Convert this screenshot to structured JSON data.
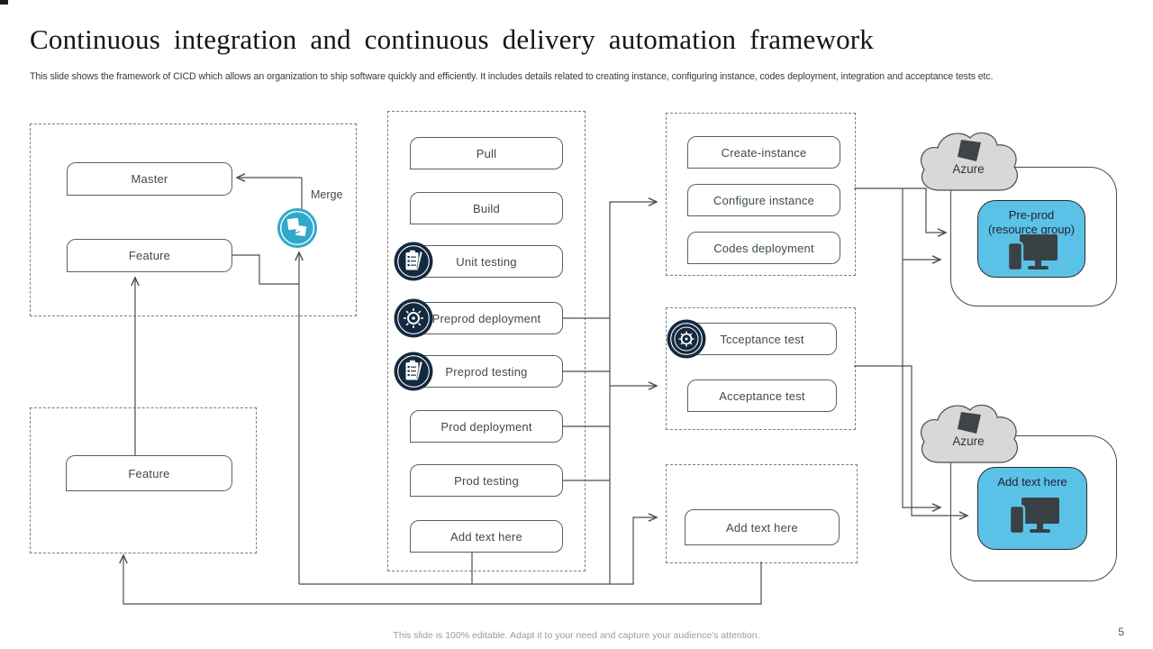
{
  "slide": {
    "title": "Continuous integration and continuous delivery automation framework",
    "subtitle": "This slide shows the framework of CICD  which allows an organization to ship software quickly and efficiently. It includes details related to creating instance, configuring instance, codes deployment, integration and acceptance tests etc.",
    "footer": "This slide is 100% editable. Adapt it to your need and capture your audience's attention.",
    "page_number": "5"
  },
  "branching": {
    "master": "Master",
    "feature": "Feature",
    "merge_label": "Merge",
    "merge_icon": "merge-documents-icon"
  },
  "feature_group": {
    "feature": "Feature"
  },
  "pipeline": {
    "steps": [
      "Pull",
      "Build",
      "Unit testing",
      "Preprod deployment",
      "Preprod testing",
      "Prod deployment",
      "Prod testing",
      "Add text here"
    ],
    "icons": {
      "unit_testing": "checklist-icon",
      "preprod_deployment": "deploy-gear-icon",
      "preprod_testing": "checklist-icon"
    }
  },
  "provisioning": {
    "steps": [
      "Create-instance",
      "Configure  instance",
      "Codes deployment"
    ]
  },
  "acceptance": {
    "steps": [
      "Tcceptance test",
      "Acceptance test"
    ],
    "icon": "test-gear-icon"
  },
  "extra_group": {
    "steps": [
      "Add text here"
    ]
  },
  "cloud": {
    "top_label": "Azure",
    "bottom_label": "Azure",
    "top_box_line1": "Pre-prod",
    "top_box_line2": "(resource group)",
    "bottom_box": "Add text here",
    "logo_icon": "azure-logo-icon",
    "device_icon": "workstation-icon"
  },
  "colors": {
    "accent_blue": "#5BC2E7",
    "merge_teal": "#31A9CB",
    "icon_navy": "#13293F",
    "cloud_gray": "#D8D8D8"
  }
}
